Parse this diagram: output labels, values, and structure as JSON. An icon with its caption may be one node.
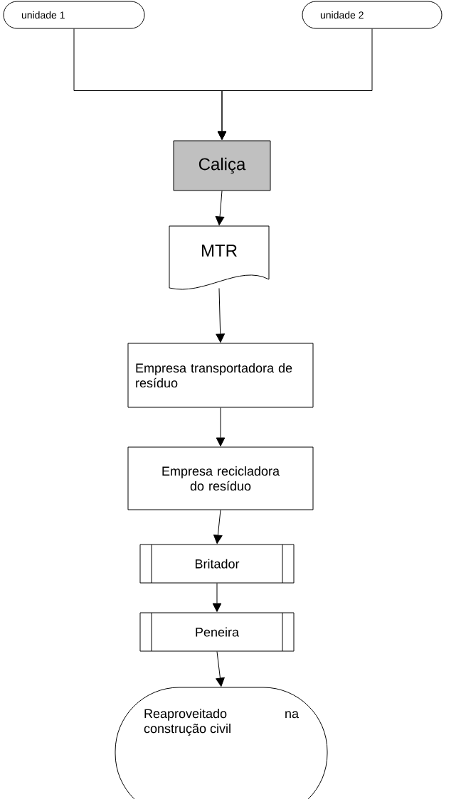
{
  "diagram": {
    "nodes": [
      {
        "text": [
          "unidade 1"
        ]
      },
      {
        "text": [
          "unidade 2"
        ]
      },
      {
        "text": [
          "Caliça"
        ]
      },
      {
        "text": [
          "MTR"
        ]
      },
      {
        "text": [
          "Empresa transportadora de resíduo"
        ]
      },
      {
        "text": [
          "Empresa recicladora do resíduo"
        ]
      },
      {
        "text": [
          "Britador"
        ]
      },
      {
        "text": [
          "Peneira"
        ]
      },
      {
        "text": [
          "Reaproveitado na construção civil"
        ]
      }
    ],
    "edges": [
      {
        "from": 0,
        "to": 2,
        "arrow": "to"
      },
      {
        "from": 1,
        "to": 2,
        "arrow": "to"
      },
      {
        "from": 2,
        "to": 3,
        "arrow": "to"
      },
      {
        "from": 3,
        "to": 4,
        "arrow": "to"
      },
      {
        "from": 4,
        "to": 5,
        "arrow": "to"
      },
      {
        "from": 5,
        "to": 6,
        "arrow": "to"
      },
      {
        "from": 6,
        "to": 7,
        "arrow": "to"
      },
      {
        "from": 7,
        "to": 8,
        "arrow": "to"
      }
    ]
  }
}
